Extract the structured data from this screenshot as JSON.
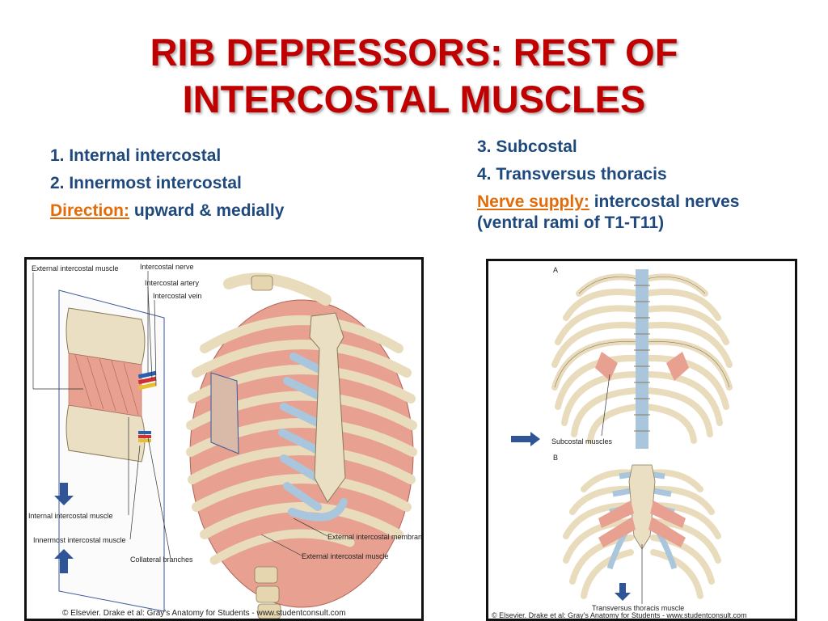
{
  "title": {
    "line1": "RIB DEPRESSORS: REST OF",
    "line2": "INTERCOSTAL MUSCLES"
  },
  "left_list": {
    "item1": "1. Internal intercostal",
    "item2": "2. Innermost intercostal",
    "direction_label": "Direction:",
    "direction_value": " upward & medially"
  },
  "right_list": {
    "item3": "3. Subcostal",
    "item4": "4. Transversus thoracis",
    "nerve_label": "Nerve supply:",
    "nerve_value": " intercostal nerves",
    "nerve_value2": "(ventral rami of T1-T11)"
  },
  "figure_left": {
    "labels": {
      "external_intercostal_muscle": "External intercostal muscle",
      "intercostal_nerve": "Intercostal nerve",
      "intercostal_artery": "Intercostal artery",
      "intercostal_vein": "Intercostal vein",
      "internal_intercostal_muscle": "Internal intercostal muscle",
      "innermost_intercostal_muscle": "Innermost intercostal muscle",
      "collateral_branches": "Collateral branches",
      "external_intercostal_membrane": "External intercostal membrane",
      "external_intercostal_muscle_2": "External intercostal muscle"
    },
    "credit": "© Elsevier. Drake et al: Gray's Anatomy for Students - www.studentconsult.com"
  },
  "figure_right": {
    "labels": {
      "panel_a": "A",
      "panel_b": "B",
      "subcostal_muscles": "Subcostal muscles",
      "transversus_thoracis_muscle": "Transversus thoracis muscle"
    },
    "credit": "© Elsevier. Drake et al: Gray's Anatomy for Students - www.studentconsult.com"
  },
  "colors": {
    "title": "#c00000",
    "text": "#1f497d",
    "highlight": "#e36c09",
    "muscle": "#e8a090",
    "bone": "#e9dcbc",
    "cartilage": "#a9c6dc",
    "arrow": "#2f5597"
  }
}
